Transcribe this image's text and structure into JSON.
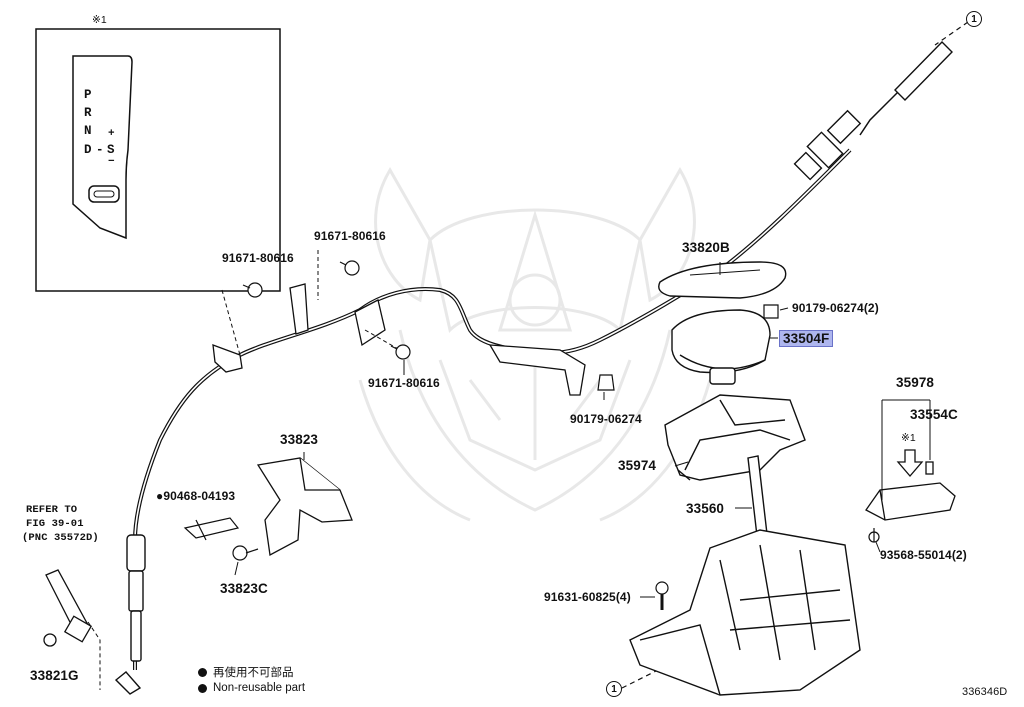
{
  "diagram": {
    "gate_letters": [
      "P",
      "R",
      "N",
      "D",
      "S",
      "+",
      "−",
      "-"
    ],
    "inset_marker": "※1",
    "reference_mark": "1",
    "part_labels": {
      "p33820b": "33820B",
      "p90179_2": "90179-06274(2)",
      "p33504f": "33504F",
      "p90179": "90179-06274",
      "p91671_a": "91671-80616",
      "p91671_b": "91671-80616",
      "p91671_c": "91671-80616",
      "p33823": "33823",
      "p90468": "●90468-04193",
      "p33823c": "33823C",
      "p35978": "35978",
      "p33554c": "33554C",
      "p35974": "35974",
      "p33560": "33560",
      "p91631": "91631-60825(4)",
      "p93568": "93568-55014(2)",
      "p33821g": "33821G",
      "ref_1": "REFER TO",
      "ref_2": "FIG 39-01",
      "ref_3": "(PNC 35572D)"
    },
    "legend": {
      "line1": "再使用不可部品",
      "line2": "Non-reusable part"
    },
    "figure_code": "336346D",
    "colors": {
      "line": "#111111",
      "highlight": "#aeb6ee",
      "watermark": "#e6e6e6"
    }
  }
}
